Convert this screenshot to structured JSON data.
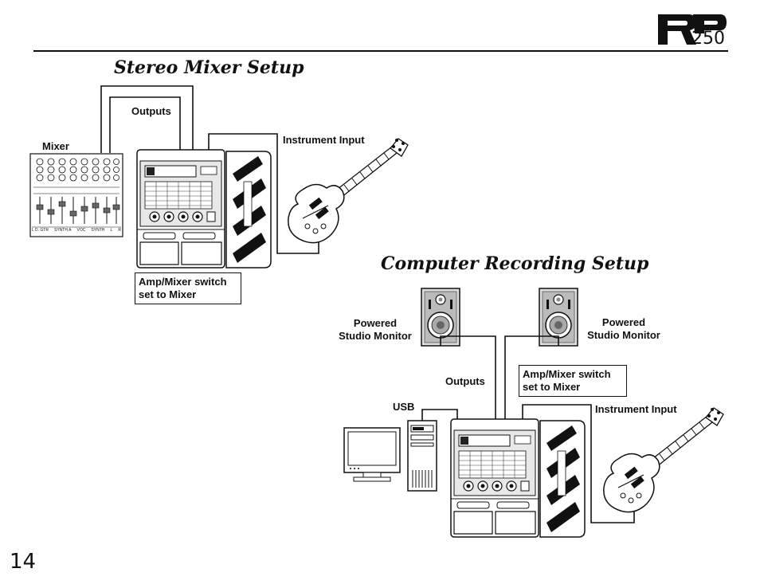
{
  "header": {
    "logo": {
      "primary": "RP",
      "model": "250"
    }
  },
  "stereo_section": {
    "title": "Stereo Mixer Setup",
    "labels": {
      "outputs": "Outputs",
      "mixer": "Mixer",
      "instrument_input": "Instrument Input",
      "switch_note_line1": "Amp/Mixer switch",
      "switch_note_line2": "set to Mixer"
    },
    "mixer_strip_labels": [
      "L D. GTR",
      "SYNTH A",
      "VOC",
      "SYNTH",
      "L",
      "R"
    ]
  },
  "computer_section": {
    "title": "Computer Recording Setup",
    "labels": {
      "powered_monitor_left_line1": "Powered",
      "powered_monitor_left_line2": "Studio Monitor",
      "powered_monitor_right_line1": "Powered",
      "powered_monitor_right_line2": "Studio Monitor",
      "outputs": "Outputs",
      "usb": "USB",
      "instrument_input": "Instrument Input",
      "switch_note_line1": "Amp/Mixer switch",
      "switch_note_line2": "set to Mixer"
    }
  },
  "footer": {
    "page_number": "14"
  }
}
